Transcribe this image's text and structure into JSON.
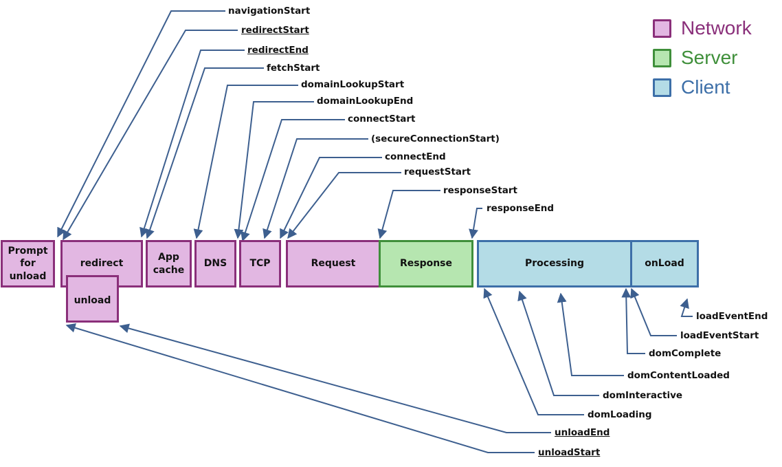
{
  "legend": [
    {
      "label": "Network",
      "color": "#8a2f7a",
      "fill": "#e2b7e2"
    },
    {
      "label": "Server",
      "color": "#3f8f3a",
      "fill": "#b6e6b0"
    },
    {
      "label": "Client",
      "color": "#3d6fa8",
      "fill": "#b4dce6"
    }
  ],
  "phases": {
    "prompt": "Prompt\nfor\nunload",
    "redirect": "redirect",
    "unload": "unload",
    "appcache": "App\ncache",
    "dns": "DNS",
    "tcp": "TCP",
    "request": "Request",
    "response": "Response",
    "processing": "Processing",
    "onload": "onLoad"
  },
  "events": {
    "navigationStart": "navigationStart",
    "redirectStart": "redirectStart",
    "redirectEnd": "redirectEnd",
    "fetchStart": "fetchStart",
    "domainLookupStart": "domainLookupStart",
    "domainLookupEnd": "domainLookupEnd",
    "connectStart": "connectStart",
    "secureConnectionStart": "(secureConnectionStart)",
    "connectEnd": "connectEnd",
    "requestStart": "requestStart",
    "responseStart": "responseStart",
    "responseEnd": "responseEnd",
    "loadEventEnd": "loadEventEnd",
    "loadEventStart": "loadEventStart",
    "domComplete": "domComplete",
    "domContentLoaded": "domContentLoaded",
    "domInteractive": "domInteractive",
    "domLoading": "domLoading",
    "unloadEnd": "unloadEnd",
    "unloadStart": "unloadStart"
  },
  "colors": {
    "arrow": "#3d5f8f"
  }
}
